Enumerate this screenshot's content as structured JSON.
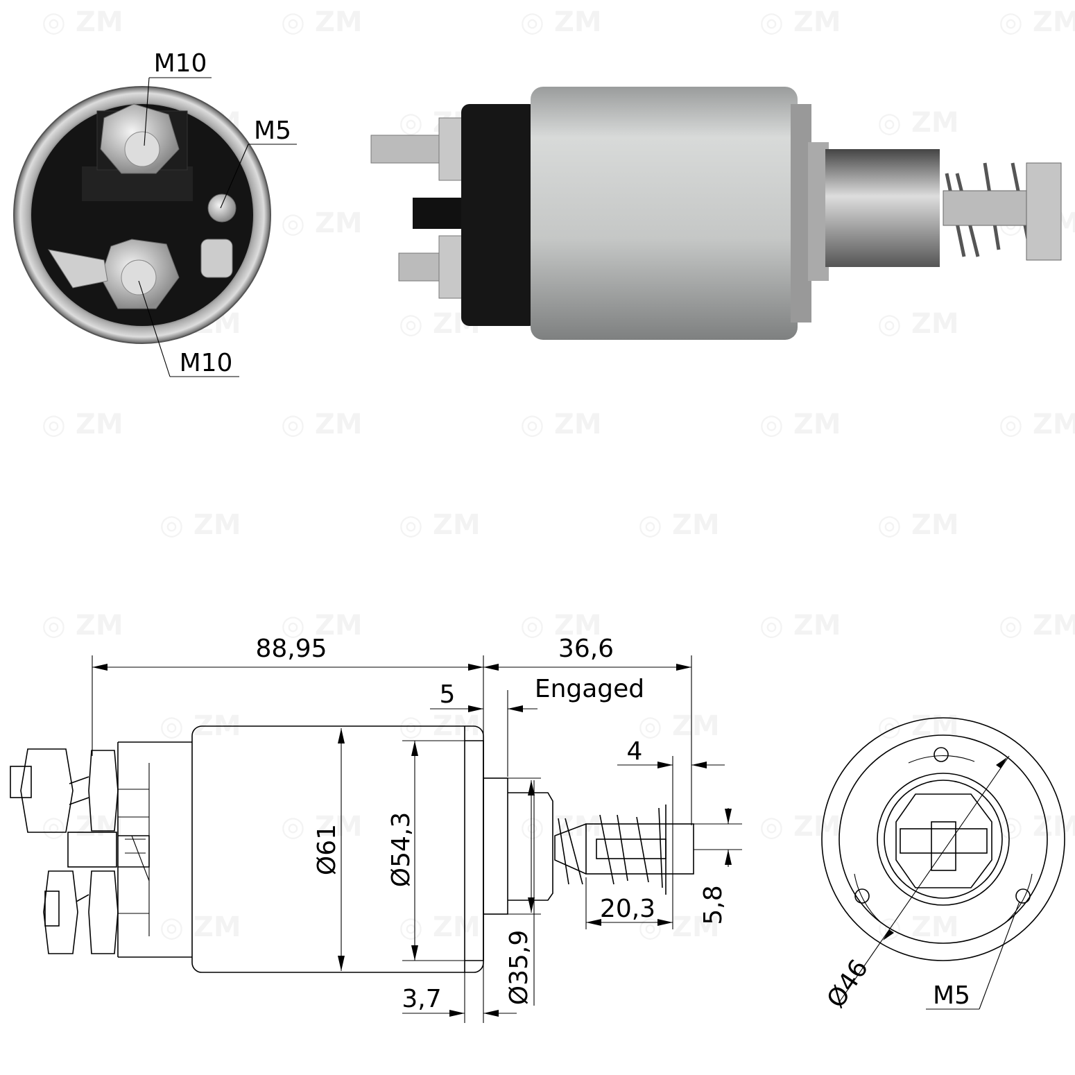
{
  "watermark": "ZM",
  "photo_labels": {
    "end_top_terminal": "M10",
    "end_small_terminal": "M5",
    "end_bottom_terminal": "M10"
  },
  "drawing": {
    "overall_length": "88,95",
    "plunger_length": "36,6",
    "plunger_state": "Engaged",
    "flange_gap": "5",
    "tip_length": "4",
    "body_diameter": "Ø61",
    "flange_diameter": "Ø54,3",
    "stub_diameter": "Ø35,9",
    "spring_length": "20,3",
    "tip_width": "5,8",
    "flange_thickness": "3,7",
    "mount_circle_diameter": "Ø46",
    "mount_thread": "M5"
  },
  "colors": {
    "line": "#000000",
    "shell": "#c9cbca",
    "cap": "#1a1a1a"
  }
}
